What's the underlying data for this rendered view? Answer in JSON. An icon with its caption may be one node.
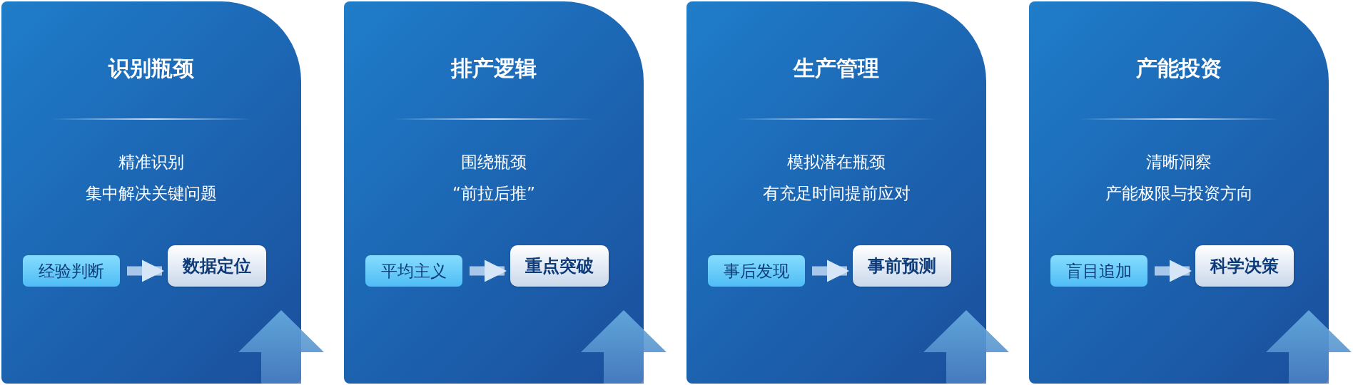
{
  "diagram": {
    "nodes": [
      {
        "text": [
          "识别瓶颈",
          "精准识别",
          "集中解决关键问题"
        ]
      },
      {
        "text": [
          "经验判断"
        ],
        "in": 0
      },
      {
        "text": [
          "数据定位"
        ],
        "in": 0
      },
      {
        "text": [
          "排产逻辑",
          "围绕瓶颈",
          "“前拉后推”"
        ]
      },
      {
        "text": [
          "平均主义"
        ],
        "in": 3
      },
      {
        "text": [
          "重点突破"
        ],
        "in": 3
      },
      {
        "text": [
          "生产管理",
          "模拟潜在瓶颈",
          "有充足时间提前应对"
        ]
      },
      {
        "text": [
          "事后发现"
        ],
        "in": 6
      },
      {
        "text": [
          "事前预测"
        ],
        "in": 6
      },
      {
        "text": [
          "产能投资",
          "清晰洞察",
          "产能极限与投资方向"
        ]
      },
      {
        "text": [
          "盲目追加"
        ],
        "in": 9
      },
      {
        "text": [
          "科学决策"
        ],
        "in": 9
      }
    ],
    "edges": [
      {
        "from": 1,
        "to": 2,
        "arrow": "to"
      },
      {
        "from": 4,
        "to": 5,
        "arrow": "to"
      },
      {
        "from": 7,
        "to": 8,
        "arrow": "to"
      },
      {
        "from": 10,
        "to": 11,
        "arrow": "to"
      }
    ]
  }
}
